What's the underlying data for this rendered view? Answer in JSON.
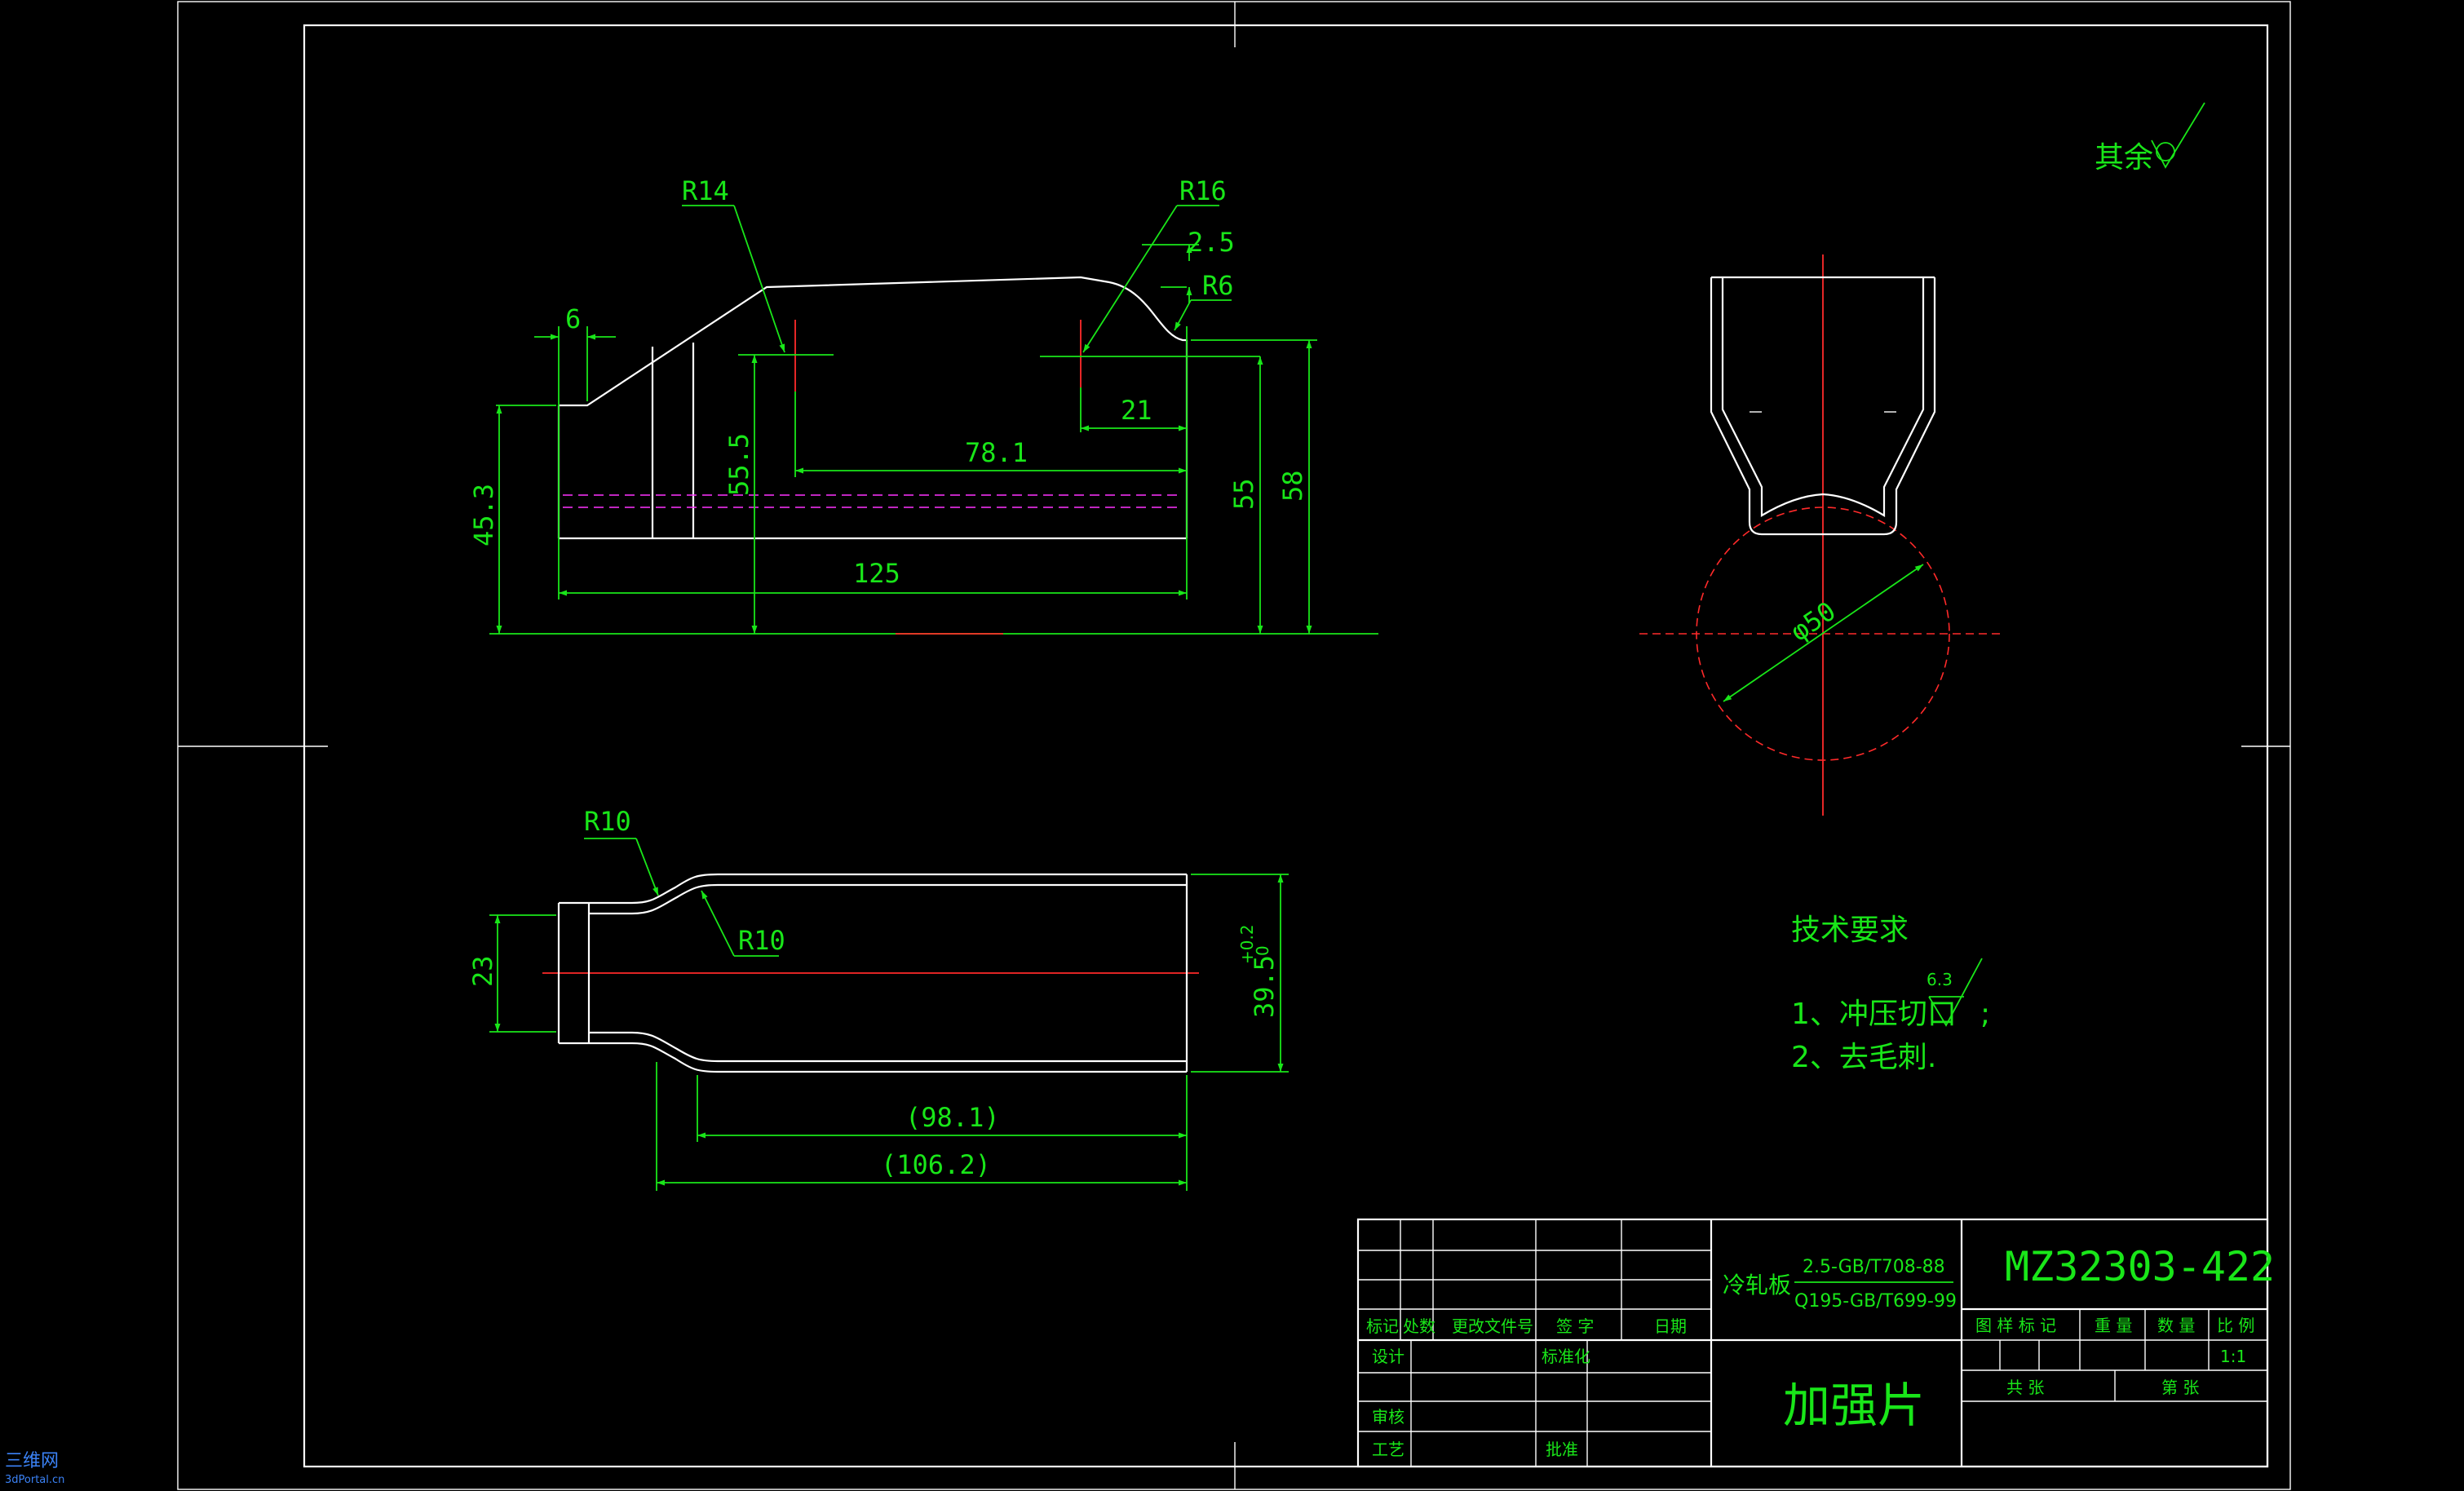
{
  "colors": {
    "background": "#000000",
    "outline": "#ffffff",
    "dimension": "#19e619",
    "center": "#ff2a2a",
    "hidden": "#ff33ff"
  },
  "dims": {
    "side": {
      "r14": "R14",
      "r16": "R16",
      "r6": "R6",
      "d25": "2.5",
      "d6": "6",
      "d21": "21",
      "d781": "78.1",
      "d555": "55.5",
      "d453": "45.3",
      "d125": "125",
      "d55": "55",
      "d58": "58"
    },
    "front": {
      "phi50": "φ50"
    },
    "top": {
      "r10a": "R10",
      "r10b": "R10",
      "d23": "23",
      "d395": "39.5",
      "tol_upper": "+0.2",
      "tol_lower": "0",
      "d981": "(98.1)",
      "d1062": "(106.2)"
    }
  },
  "surface": {
    "label": "其余",
    "tech_roughness": "6.3"
  },
  "tech": {
    "heading": "技术要求",
    "item1": "1、冲压切口",
    "item1_end": ";",
    "item2": "2、去毛刺."
  },
  "titleblock": {
    "drawing_no": "MZ32303-422",
    "part_name": "加强片",
    "material_name": "冷轧板",
    "material_top": "2.5-GB/T708-88",
    "material_bottom": "Q195-GB/T699-99",
    "h_mark": "标记",
    "h_count": "处数",
    "h_doc": "更改文件号",
    "h_sign": "签 字",
    "h_date": "日期",
    "design": "设计",
    "standard": "标准化",
    "review": "审核",
    "process": "工艺",
    "approve": "批准",
    "stage": "图 样 标 记",
    "weight": "重 量",
    "quantity": "数 量",
    "scale_label": "比 例",
    "scale": "1:1",
    "total": "共    张",
    "sheet": "第    张"
  },
  "watermark": {
    "line1": "三维网",
    "line2": "3dPortal.cn"
  }
}
